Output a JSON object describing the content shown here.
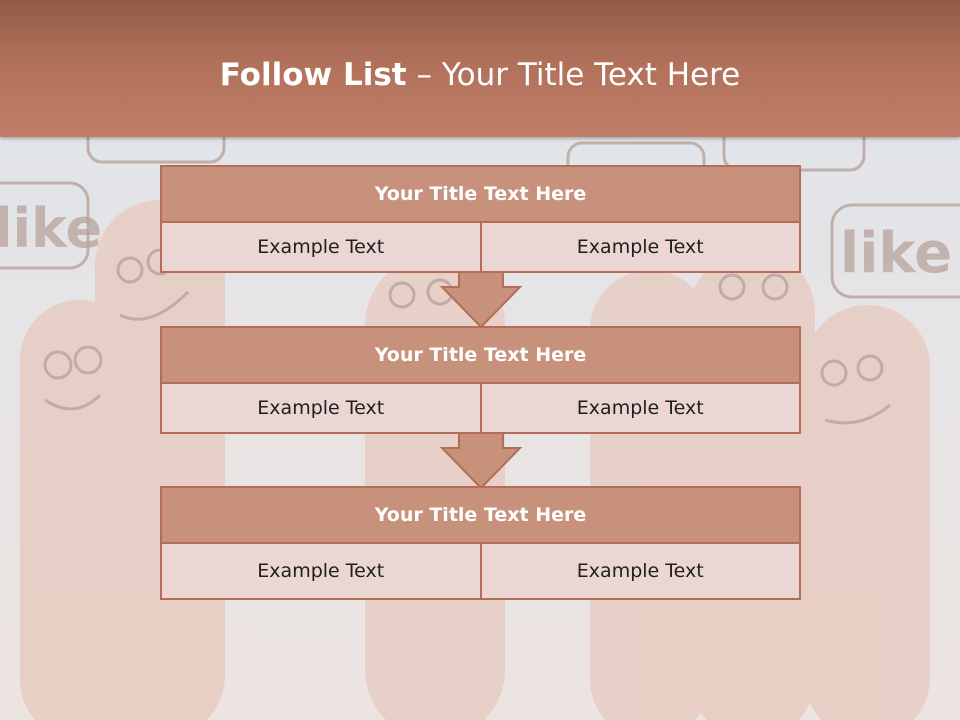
{
  "header": {
    "title_bold": "Follow List",
    "title_rest": " – Your Title Text Here"
  },
  "background": {
    "bubble_word": "like"
  },
  "blocks": [
    {
      "title": "Your Title Text Here",
      "left": "Example Text",
      "right": "Example Text"
    },
    {
      "title": "Your Title Text Here",
      "left": "Example Text",
      "right": "Example Text"
    },
    {
      "title": "Your Title Text Here",
      "left": "Example Text",
      "right": "Example Text"
    }
  ],
  "colors": {
    "header": "#b0705a",
    "block_title": "#c8917b",
    "block_border": "#b46e57",
    "cell": "#ecd6d3"
  },
  "icons": [
    "arrow-down-icon"
  ]
}
